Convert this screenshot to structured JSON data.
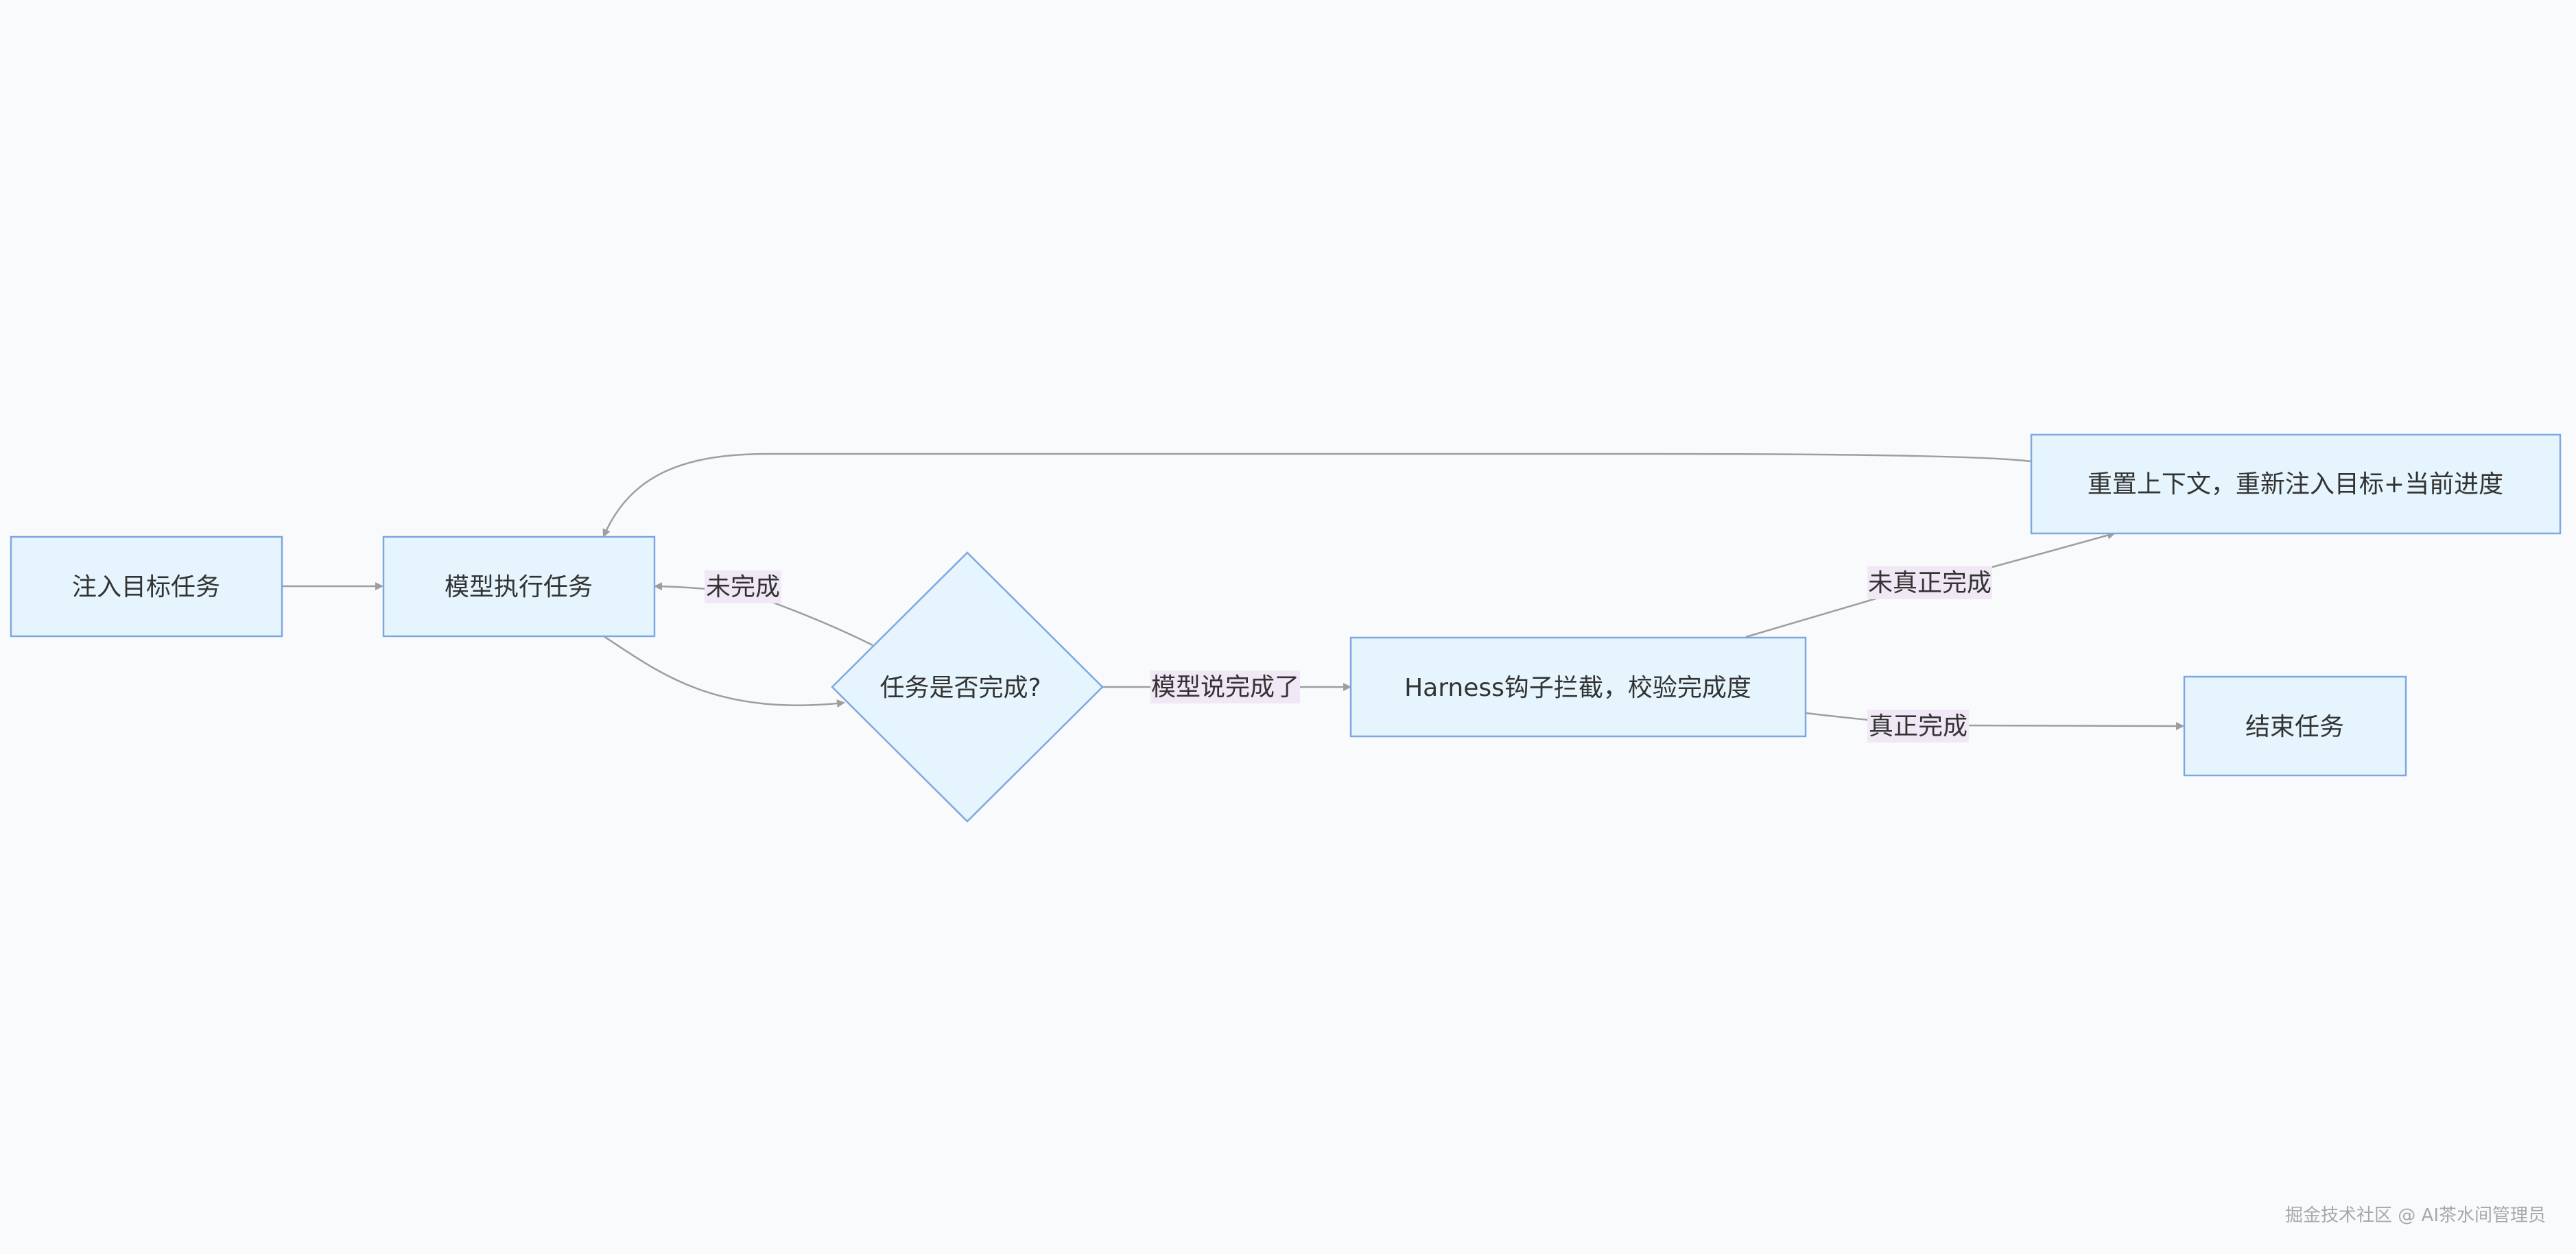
{
  "diagram": {
    "nodes": [
      {
        "id": "inject",
        "label": "注入目标任务",
        "shape": "rect"
      },
      {
        "id": "execute",
        "label": "模型执行任务",
        "shape": "rect"
      },
      {
        "id": "check",
        "label": "任务是否完成?",
        "shape": "diamond"
      },
      {
        "id": "harness",
        "label": "Harness钩子拦截，校验完成度",
        "shape": "rect"
      },
      {
        "id": "reset",
        "label": "重置上下文，重新注入目标+当前进度",
        "shape": "rect"
      },
      {
        "id": "end",
        "label": "结束任务",
        "shape": "rect"
      }
    ],
    "edges": [
      {
        "from": "inject",
        "to": "execute",
        "label": ""
      },
      {
        "from": "execute",
        "to": "check",
        "label": ""
      },
      {
        "from": "check",
        "to": "execute",
        "label": "未完成"
      },
      {
        "from": "check",
        "to": "harness",
        "label": "模型说完成了"
      },
      {
        "from": "harness",
        "to": "reset",
        "label": "未真正完成"
      },
      {
        "from": "harness",
        "to": "end",
        "label": "真正完成"
      },
      {
        "from": "reset",
        "to": "execute",
        "label": ""
      }
    ],
    "colors": {
      "node_fill": "#e6f5fd",
      "node_stroke": "#7ea7e2",
      "edge": "#9e9e9e",
      "label_bg": "#f1e8f6",
      "background": "#f9fafc"
    }
  },
  "watermark": "掘金技术社区 @ AI茶水间管理员"
}
